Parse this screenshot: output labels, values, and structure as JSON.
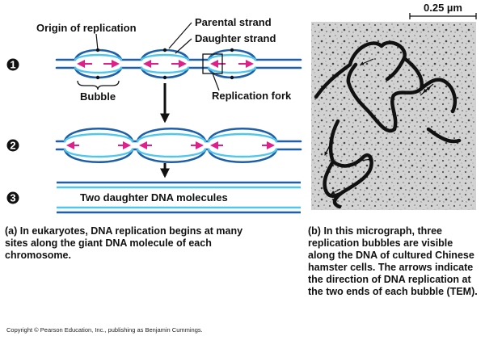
{
  "labels": {
    "origin": "Origin of replication",
    "parental": "Parental strand",
    "daughter": "Daughter strand",
    "bubble": "Bubble",
    "fork": "Replication fork",
    "two_molecules": "Two daughter DNA molecules",
    "scale": "0.25 µm"
  },
  "steps": [
    "1",
    "2",
    "3"
  ],
  "captions": {
    "a_marker": "(a)",
    "a_text": "In eukaryotes, DNA replication begins at many sites along the giant DNA molecule of each chromosome.",
    "b_marker": "(b)",
    "b_text": "In this micrograph, three replication bubbles are visible along the DNA of cultured Chinese hamster cells. The arrows indicate the direction of DNA replication at the two ends of each bubble (TEM)."
  },
  "copyright": "Copyright © Pearson Education, Inc., publishing as Benjamin Cummings.",
  "colors": {
    "parental": "#1f5fa8",
    "daughter": "#4fc6ee",
    "arrow": "#e0208a",
    "label": "#111111"
  }
}
